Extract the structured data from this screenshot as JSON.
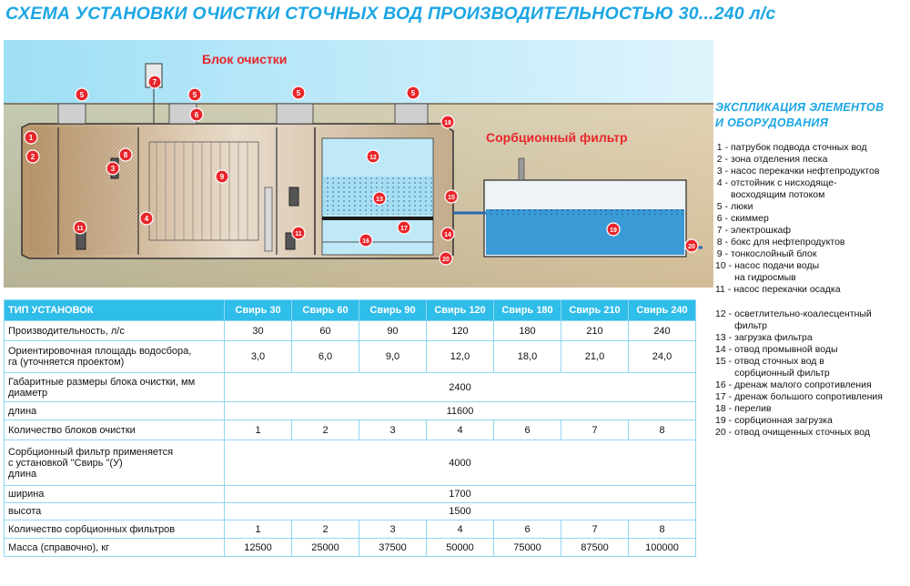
{
  "title": "СХЕМА УСТАНОВКИ ОЧИСТКИ СТОЧНЫХ ВОД ПРОИЗВОДИТЕЛЬНОСТЬЮ 30...240 л/с",
  "diagram": {
    "label_block": "Блок очистки",
    "label_filter": "Сорбционный фильтр",
    "accent_color": "#e8262b",
    "numbers": [
      "1",
      "2",
      "3",
      "4",
      "5",
      "6",
      "7",
      "8",
      "9",
      "11",
      "12",
      "13",
      "14",
      "15",
      "16",
      "17",
      "18",
      "19",
      "20"
    ]
  },
  "legend": {
    "title_line1": "ЭКСПЛИКАЦИЯ ЭЛЕМЕНТОВ",
    "title_line2": "И ОБОРУДОВАНИЯ",
    "items": [
      {
        "num": "1 -",
        "text": "патрубок подвода сточных вод"
      },
      {
        "num": "2 -",
        "text": "зона отделения песка"
      },
      {
        "num": "3 -",
        "text": "насос перекачки нефтепродуктов"
      },
      {
        "num": "4 -",
        "text": "отстойник с нисходяще-\nвосходящим потоком"
      },
      {
        "num": "5 -",
        "text": "люки"
      },
      {
        "num": "6 -",
        "text": "скиммер"
      },
      {
        "num": "7 -",
        "text": "электрошкаф"
      },
      {
        "num": "8 -",
        "text": "бокс для нефтепродуктов"
      },
      {
        "num": "9 -",
        "text": "тонкослойный блок"
      },
      {
        "num": "10 -",
        "text": "насос подачи воды\nна гидросмыв"
      },
      {
        "num": "11 -",
        "text": "насос перекачки осадка"
      },
      {
        "num": "12 -",
        "text": "осветлительно-коалесцентный\nфильтр"
      },
      {
        "num": "13 -",
        "text": "загрузка фильтра"
      },
      {
        "num": "14 -",
        "text": "отвод промывной воды"
      },
      {
        "num": "15 -",
        "text": "отвод сточных вод в\nсорбционный фильтр"
      },
      {
        "num": "16 -",
        "text": "дренаж малого сопротивления"
      },
      {
        "num": "17 -",
        "text": "дренаж большого сопротивления"
      },
      {
        "num": "18 -",
        "text": "перелив"
      },
      {
        "num": "19 -",
        "text": "сорбционная загрузка"
      },
      {
        "num": "20 -",
        "text": "отвод очищенных сточных вод"
      }
    ]
  },
  "table": {
    "header": [
      "ТИП УСТАНОВОК",
      "Свирь 30",
      "Свирь 60",
      "Свирь 90",
      "Свирь 120",
      "Свирь 180",
      "Свирь 210",
      "Свирь 240"
    ],
    "row_prod": {
      "label": "Производительность, л/с",
      "values": [
        "30",
        "60",
        "90",
        "120",
        "180",
        "210",
        "240"
      ]
    },
    "row_area": {
      "label": "Ориентировочная площадь водосбора,\nга  (уточняется проектом)",
      "values": [
        "3,0",
        "6,0",
        "9,0",
        "12,0",
        "18,0",
        "21,0",
        "24,0"
      ]
    },
    "row_dims": {
      "label": "Габаритные размеры блока очистки, мм\nдиаметр",
      "value": "2400"
    },
    "row_length": {
      "label": "длина",
      "value": "11600"
    },
    "row_blocks": {
      "label": "Количество блоков очистки",
      "values": [
        "1",
        "2",
        "3",
        "4",
        "6",
        "7",
        "8"
      ]
    },
    "row_sorb": {
      "label": "Сорбционный фильтр применяется\nс установкой \"Свирь \"(У)\nдлина",
      "value": "4000"
    },
    "row_width": {
      "label": "ширина",
      "value": "1700"
    },
    "row_height": {
      "label": "высота",
      "value": "1500"
    },
    "row_filters": {
      "label": "Количество сорбционных фильтров",
      "values": [
        "1",
        "2",
        "3",
        "4",
        "6",
        "7",
        "8"
      ]
    },
    "row_mass": {
      "label": "Масса (справочно), кг",
      "values": [
        "12500",
        "25000",
        "37500",
        "50000",
        "75000",
        "87500",
        "100000"
      ]
    }
  }
}
